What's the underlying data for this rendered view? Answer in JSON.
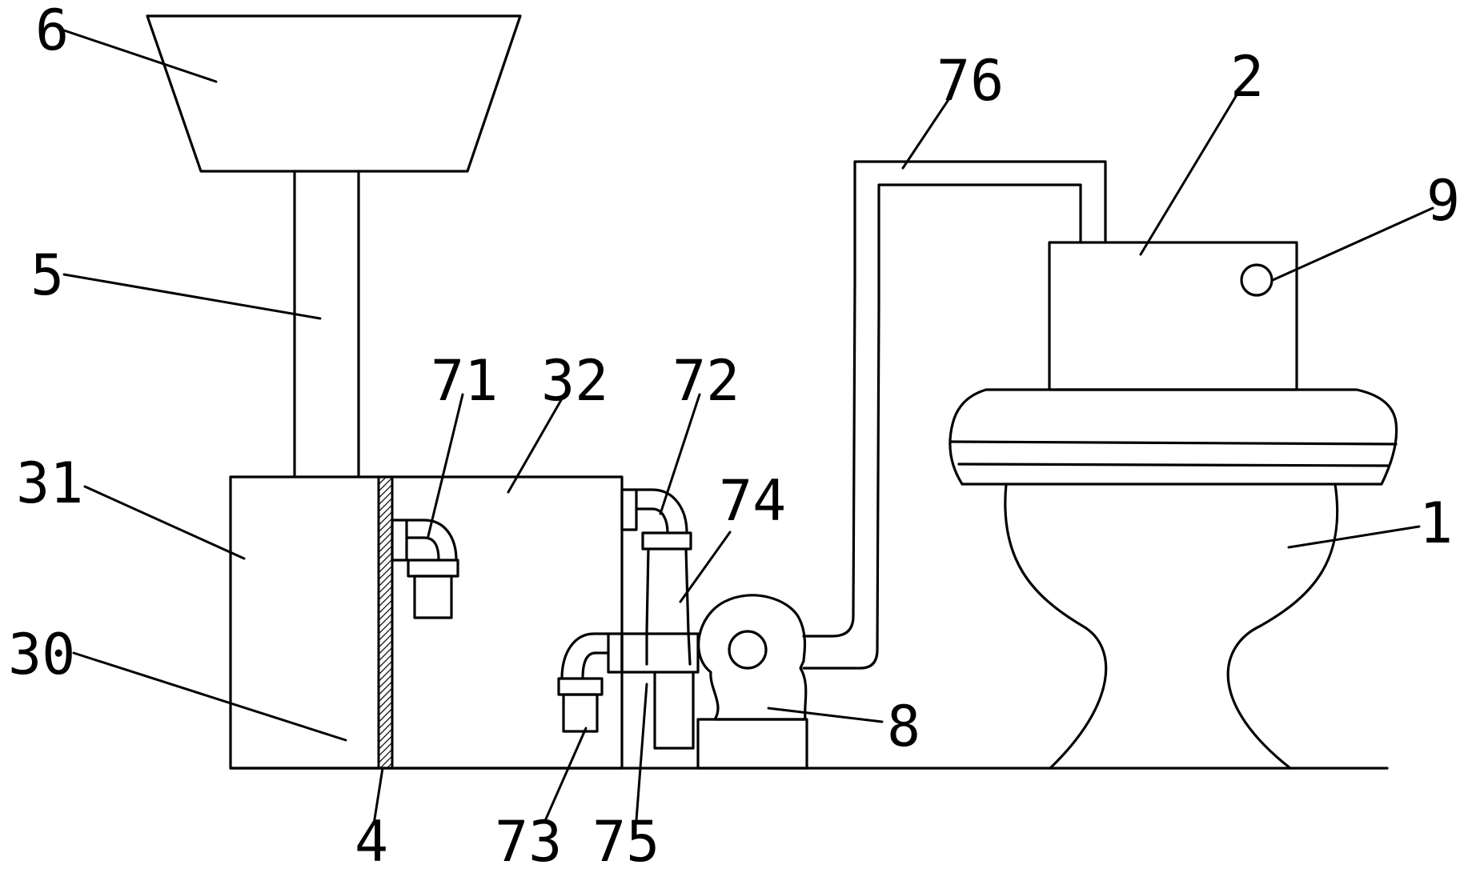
{
  "figure": {
    "labels": {
      "l6": "6",
      "l5": "5",
      "l31": "31",
      "l30": "30",
      "l71": "71",
      "l32": "32",
      "l72": "72",
      "l74": "74",
      "l76": "76",
      "l2": "2",
      "l9": "9",
      "l1": "1",
      "l8": "8",
      "l4": "4",
      "l73": "73",
      "l75": "75"
    }
  }
}
